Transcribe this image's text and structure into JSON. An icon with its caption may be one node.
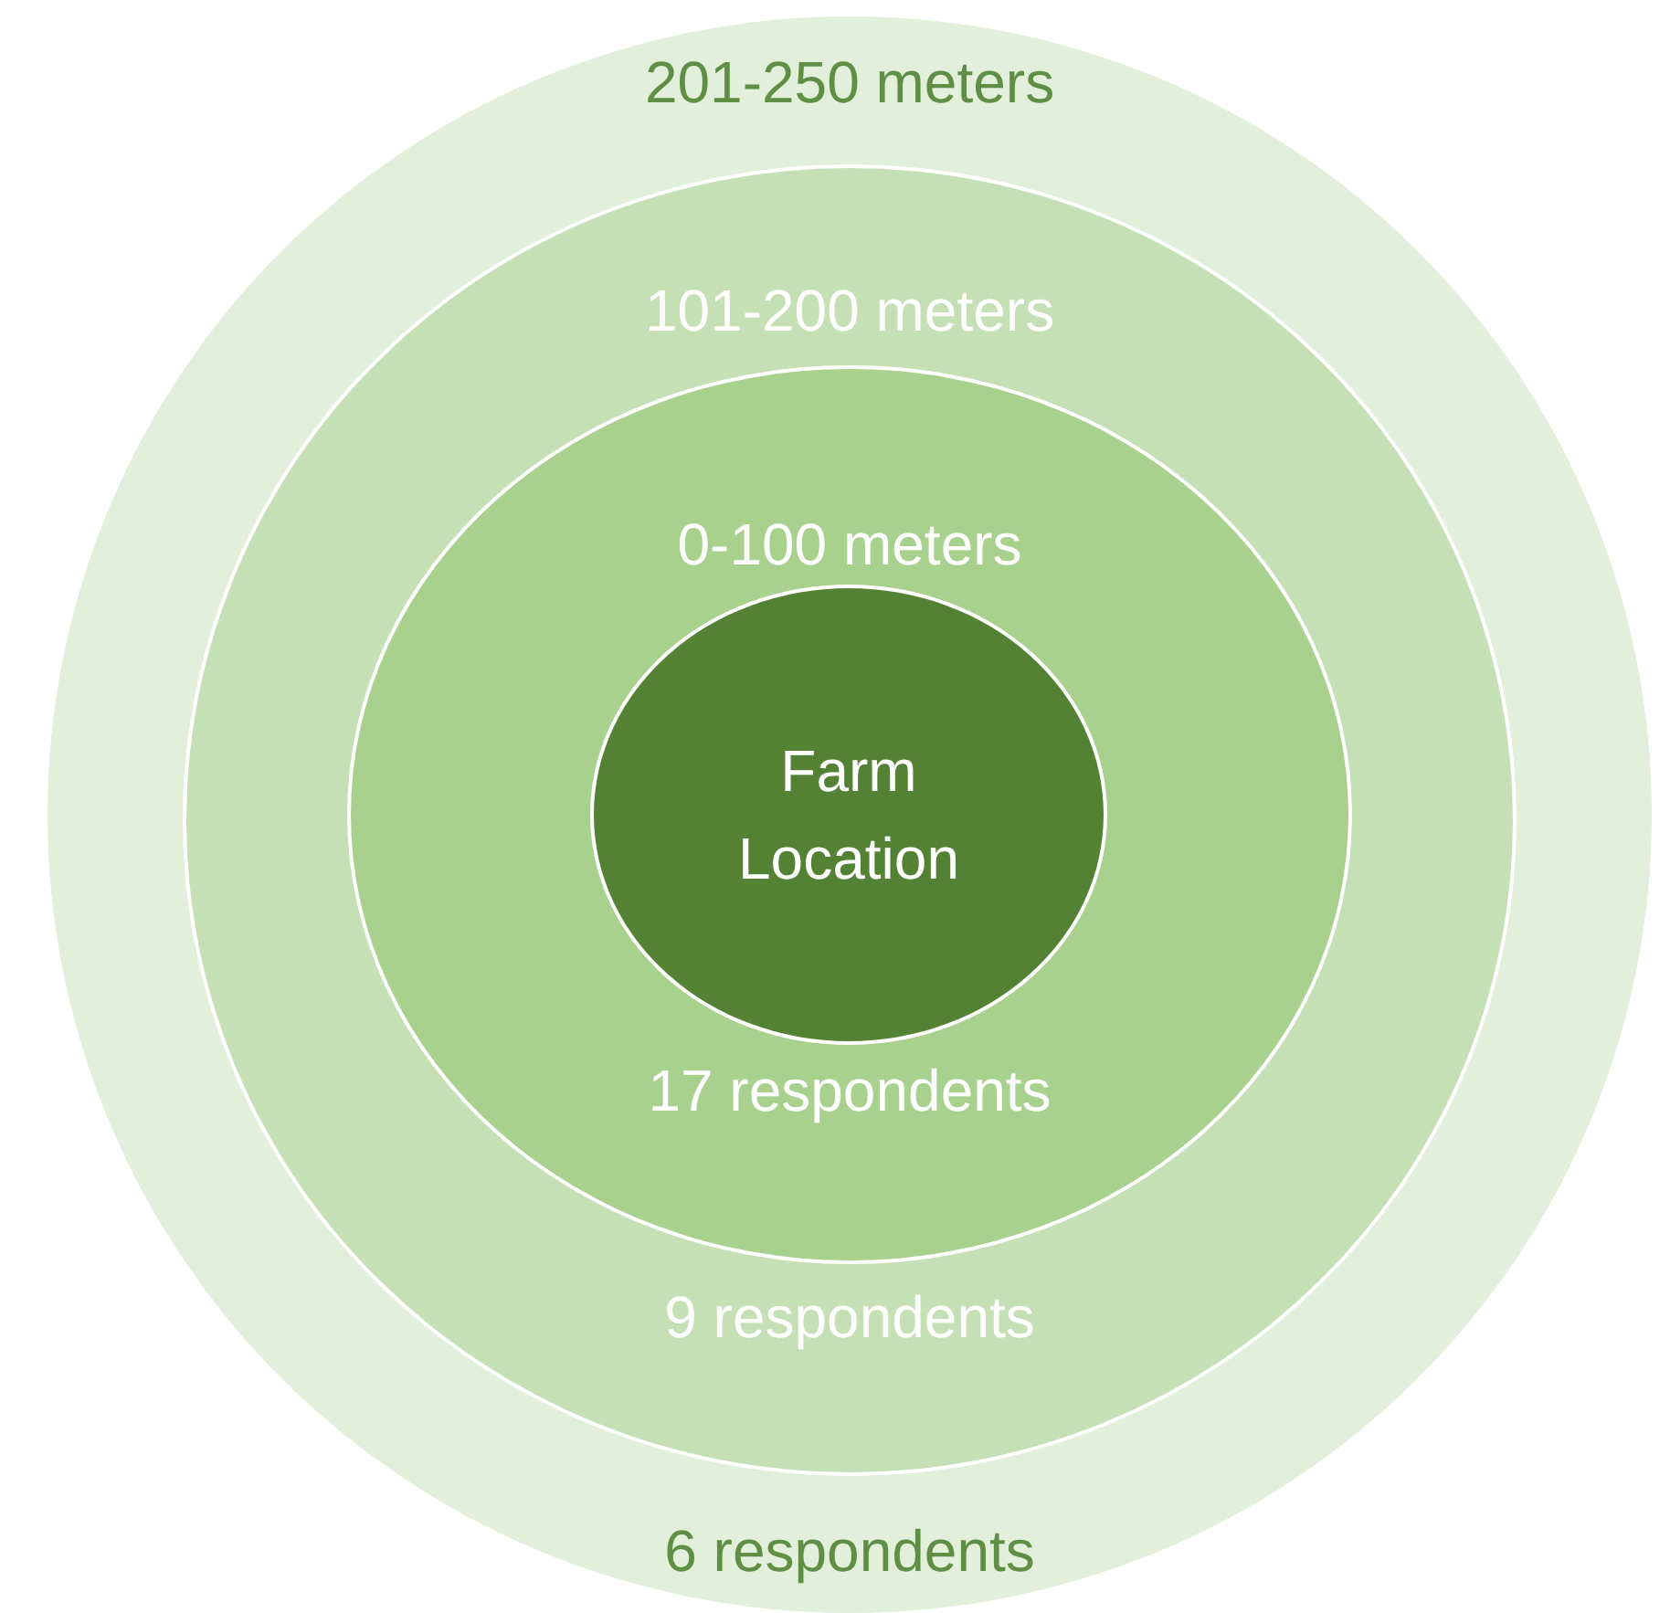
{
  "diagram": {
    "nodes": [
      {
        "text": [
          "201-250 meters",
          "6 respondents"
        ]
      },
      {
        "text": [
          "101-200 meters",
          "9 respondents"
        ],
        "in": 0
      },
      {
        "text": [
          "0-100 meters",
          "17 respondents"
        ],
        "in": 1
      },
      {
        "text": [
          "Farm Location"
        ],
        "in": 2
      }
    ]
  }
}
